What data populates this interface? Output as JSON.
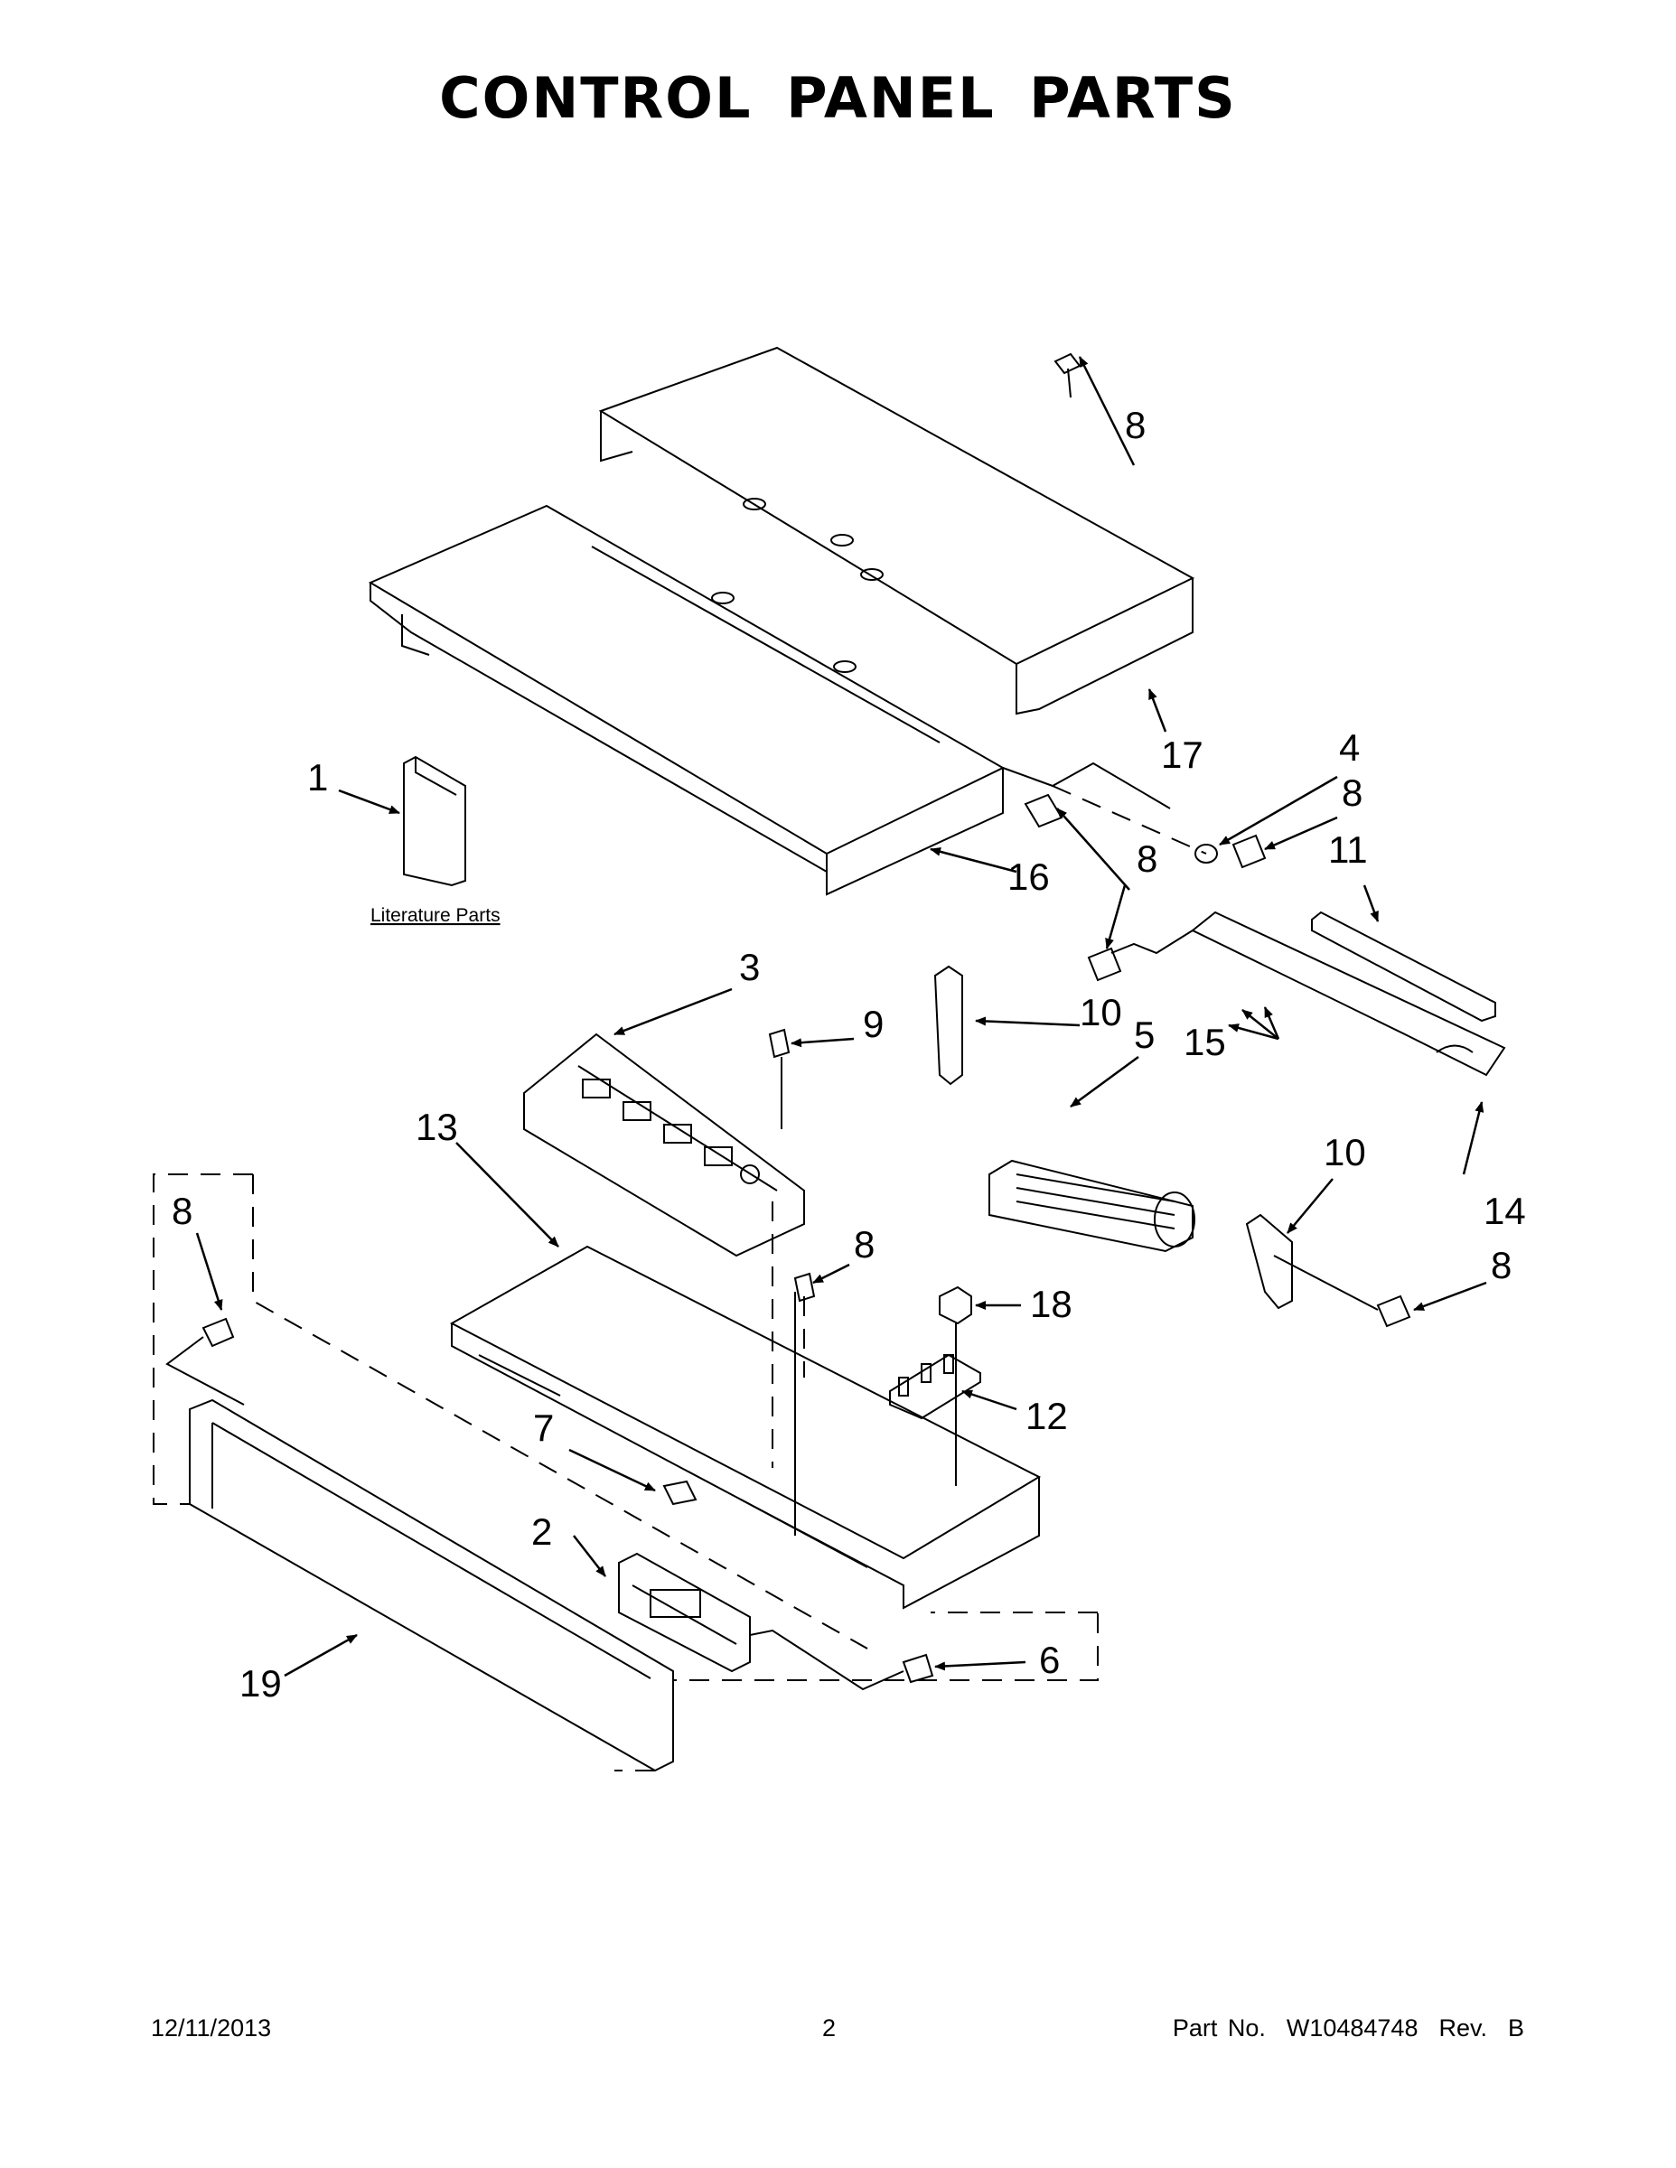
{
  "title": "CONTROL PANEL PARTS",
  "literature_label": "Literature Parts",
  "callouts": {
    "c1": "1",
    "c2": "2",
    "c3": "3",
    "c4": "4",
    "c5": "5",
    "c6": "6",
    "c7": "7",
    "c8a": "8",
    "c8b": "8",
    "c8c": "8",
    "c8d": "8",
    "c8e": "8",
    "c8f": "8",
    "c9": "9",
    "c10a": "10",
    "c10b": "10",
    "c11": "11",
    "c12": "12",
    "c13": "13",
    "c14": "14",
    "c15": "15",
    "c16": "16",
    "c17": "17",
    "c18": "18",
    "c19": "19"
  },
  "footer": {
    "date": "12/11/2013",
    "page": "2",
    "part_no": "Part No.  W10484748  Rev.  B"
  }
}
